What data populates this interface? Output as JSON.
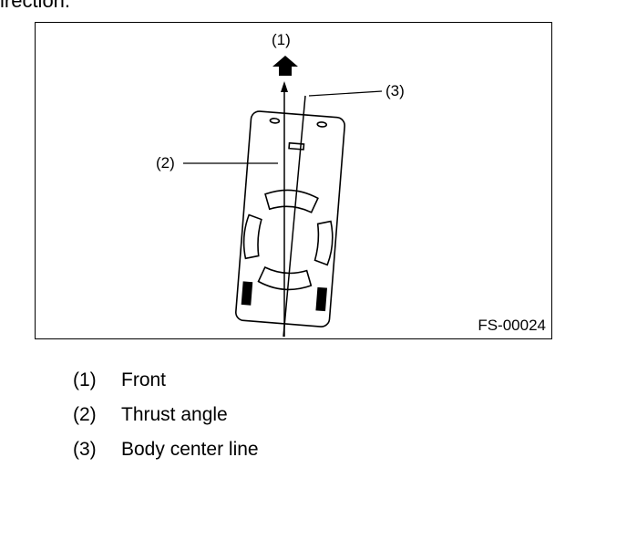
{
  "top_text": "irection.",
  "figure": {
    "id": "FS-00024",
    "callouts": [
      "(1)",
      "(2)",
      "(3)"
    ]
  },
  "legend": [
    {
      "num": "(1)",
      "label": "Front"
    },
    {
      "num": "(2)",
      "label": "Thrust angle"
    },
    {
      "num": "(3)",
      "label": "Body center line"
    }
  ]
}
